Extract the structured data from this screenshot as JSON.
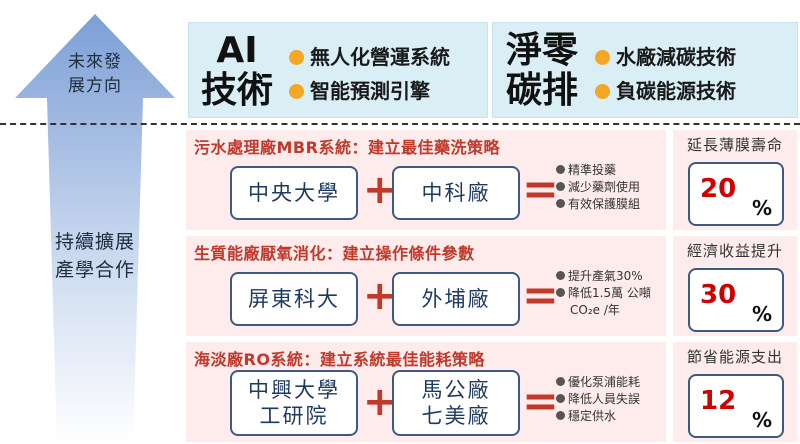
{
  "side": {
    "future": [
      "未來發",
      "展方向"
    ],
    "expand": [
      "持續擴展",
      "產學合作"
    ]
  },
  "top": {
    "ai": {
      "title": [
        "AI",
        "技術"
      ],
      "bullets": [
        "無人化營運系統",
        "智能預測引擎"
      ]
    },
    "carbon": {
      "title": [
        "淨零",
        "碳排"
      ],
      "bullets": [
        "水廠減碳技術",
        "負碳能源技術"
      ]
    }
  },
  "sections": [
    {
      "title": "污水處理廠MBR系統：建立最佳藥洗策略",
      "partner_a": [
        "中央大學"
      ],
      "partner_b": [
        "中科廠"
      ],
      "notes": [
        "精準投藥",
        "減少藥劑使用",
        "有效保護膜組"
      ],
      "result_title": "延長薄膜壽命",
      "result_value": "20",
      "result_unit": "%"
    },
    {
      "title": "生質能廠厭氧消化：建立操作條件參數",
      "partner_a": [
        "屏東科大"
      ],
      "partner_b": [
        "外埔廠"
      ],
      "notes": [
        "提升產氣30%",
        "降低1.5萬 公噸",
        "CO₂e /年"
      ],
      "result_title": "經濟收益提升",
      "result_value": "30",
      "result_unit": "%"
    },
    {
      "title": "海淡廠RO系統：建立系統最佳能耗策略",
      "partner_a": [
        "中興大學",
        "工研院"
      ],
      "partner_b": [
        "馬公廠",
        "七美廠"
      ],
      "notes": [
        "優化泵浦能耗",
        "降低人員失誤",
        "穩定供水"
      ],
      "result_title": "節省能源支出",
      "result_value": "12",
      "result_unit": "%"
    }
  ],
  "symbols": {
    "plus": "+",
    "equals": "="
  },
  "colors": {
    "arrow": "#8faedc",
    "accent_red": "#c0392b",
    "bullet_orange": "#f5a623",
    "top_bg": "#d9eef5",
    "section_bg": "#fdeceb"
  }
}
